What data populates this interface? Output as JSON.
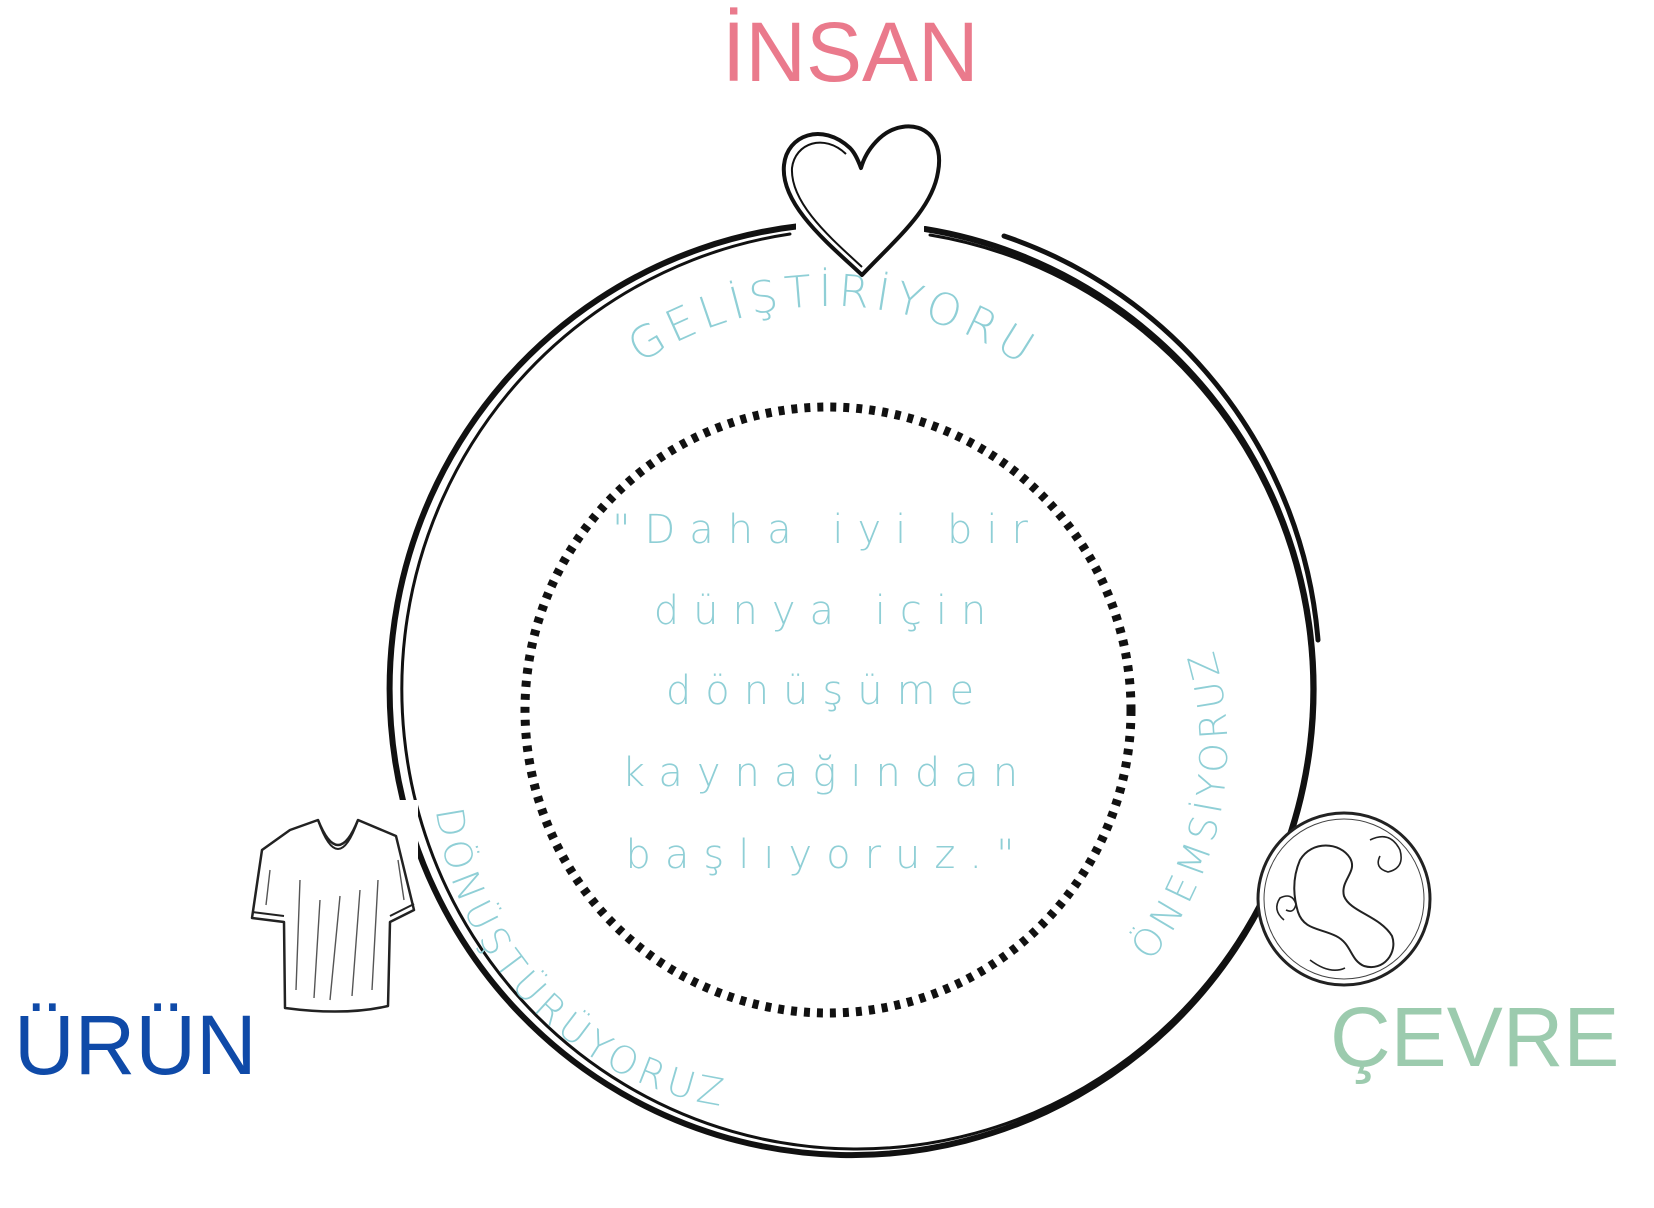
{
  "labels": {
    "top": "İNSAN",
    "left": "ÜRÜN",
    "right": "ÇEVRE"
  },
  "arc_words": {
    "top": "GELİŞTİRİYORUZ",
    "right": "ÖNEMSİYORUZ",
    "left": "DÖNÜŞTÜRÜYORUZ"
  },
  "quote_lines": [
    "\"Daha iyi bir",
    "dünya için",
    "dönüşüme",
    "kaynağından",
    "başlıyoruz.\""
  ],
  "icons": {
    "top": "heart-icon",
    "left": "tshirt-icon",
    "right": "globe-icon"
  },
  "colors": {
    "insan": "#ea7a8c",
    "urun": "#0f4aa8",
    "cevre": "#9ccbae",
    "script_text": "#8fcfd6",
    "lines": "#111111"
  }
}
